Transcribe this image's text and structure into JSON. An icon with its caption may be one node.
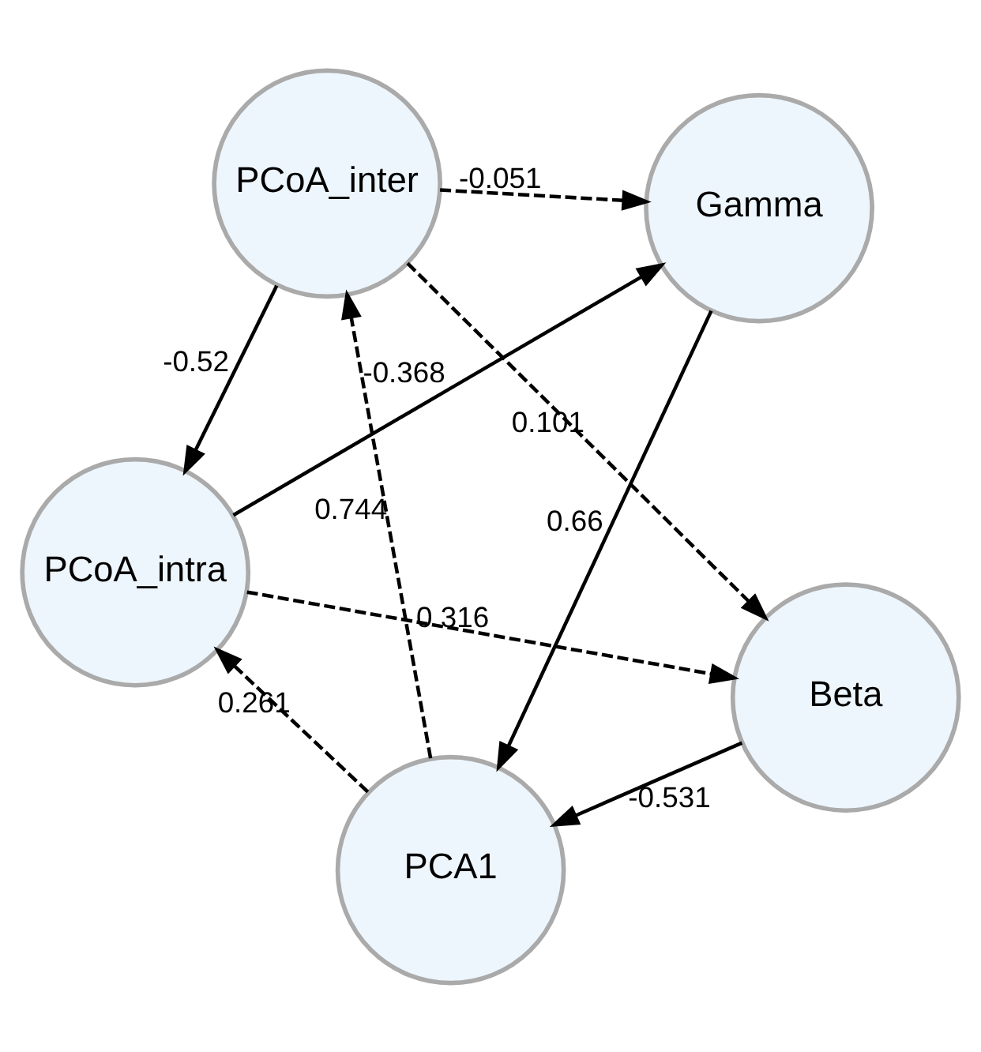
{
  "diagram": {
    "nodes": [
      {
        "text": [
          "PCoA_intra"
        ]
      },
      {
        "text": [
          "Beta"
        ]
      },
      {
        "text": [
          "PCA1"
        ]
      },
      {
        "text": [
          "PCoA_inter"
        ]
      },
      {
        "text": [
          "Gamma"
        ]
      }
    ],
    "edges": [
      {
        "from": 0,
        "to": 1,
        "arrow": "to",
        "label": "0.316",
        "style": "dashed"
      },
      {
        "from": 2,
        "to": 0,
        "arrow": "to",
        "label": "0.261",
        "style": "dashed"
      },
      {
        "from": 1,
        "to": 2,
        "arrow": "to",
        "label": "-0.531"
      },
      {
        "from": 3,
        "to": 0,
        "arrow": "to",
        "label": "-0.52"
      },
      {
        "from": 3,
        "to": 1,
        "arrow": "to",
        "label": "0.101",
        "style": "dashed"
      },
      {
        "from": 2,
        "to": 3,
        "arrow": "to",
        "label": "0.744",
        "style": "dashed"
      },
      {
        "from": 0,
        "to": 4,
        "arrow": "to",
        "label": "-0.368"
      },
      {
        "from": 4,
        "to": 2,
        "arrow": "to",
        "label": "0.66"
      },
      {
        "from": 3,
        "to": 4,
        "arrow": "to",
        "label": "-0.051",
        "style": "dashed"
      }
    ]
  }
}
